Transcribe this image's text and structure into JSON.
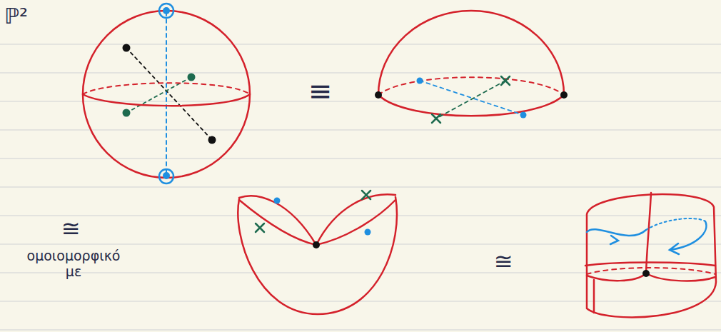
{
  "diagram": {
    "labels": [
      "ℙ²",
      "≡",
      "≅",
      "ομοιομορφικό με",
      "≅"
    ]
  }
}
